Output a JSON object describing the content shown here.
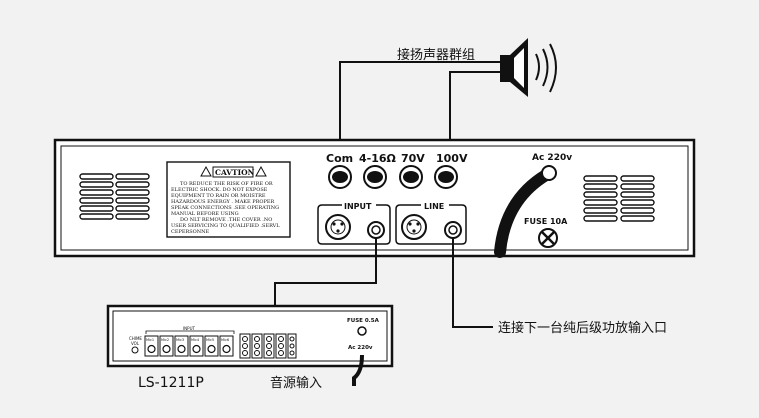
{
  "labels": {
    "speaker_group": "接扬声器群组",
    "next_amp": "连接下一台纯后级功放输入口",
    "audio_input": "音源输入",
    "model": "LS-1211P"
  },
  "amp": {
    "terminals": [
      "Com",
      "4-16Ω",
      "70V",
      "100V"
    ],
    "ac": "Ac 220v",
    "fuse": "FUSE 10A",
    "input": "INPUT",
    "line": "LINE",
    "caution": {
      "title": "CAVTION",
      "lines": [
        "TO REDUCE THE RISK OF FIRE OR",
        "ELECTRIC SHOCK. DO NOT EXPOSE",
        "EQUIPMENT TO RAIN OR MOISTRE",
        "HAZARDOUS ENERGY . MAKE PROPER",
        "SPEAK CONNECTIONS .SEE OPERATING",
        "MANUAL BEFORE USING",
        "DO NLT REMOVE .THE COVER .NO",
        "USER SERVICING TO QUALIFIED .SERVL",
        "CEPERSONNE"
      ]
    }
  },
  "mixer": {
    "fuse": "FUSE 0.5A",
    "ac": "Ac 220v",
    "input": "INPUT",
    "chime": "CHIME",
    "vol": "VOL",
    "jacks": [
      "Mic1",
      "Mic2",
      "Mic3",
      "Mic4",
      "Mic5",
      "Mic6"
    ]
  }
}
